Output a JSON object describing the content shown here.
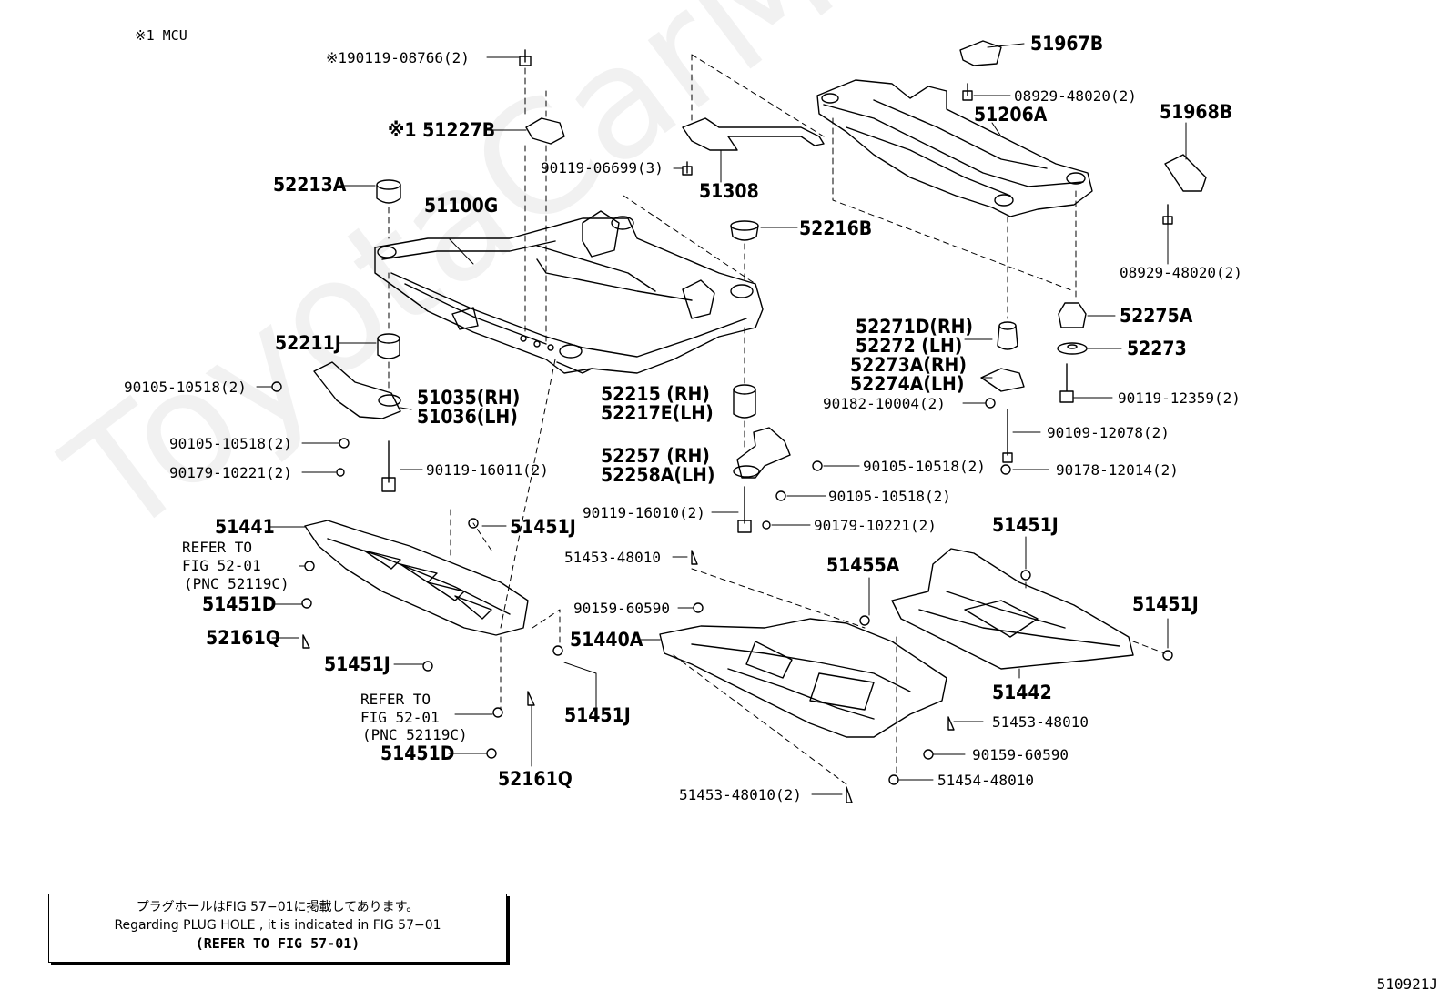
{
  "header": {
    "note": "※1  MCU"
  },
  "figure_id": "510921J",
  "watermark": "ToyotaCarMine.ru",
  "note_box": {
    "line1": "プラグホールはFIG 57−01に掲載してあります。",
    "line2": "Regarding  PLUG  HOLE , it is indicated in FIG  57−01",
    "line3": "(REFER TO FIG 57-01)"
  },
  "labels": {
    "l_90119_08766": "※190119-08766(2)",
    "l_51227B": "※1 51227B",
    "l_52213A": "52213A",
    "l_51100G": "51100G",
    "l_52211J": "52211J",
    "l_90105_10518_a": "90105-10518(2)",
    "l_51035": "51035(RH)",
    "l_51036": "51036(LH)",
    "l_90105_10518_b": "90105-10518(2)",
    "l_90179_10221_a": "90179-10221(2)",
    "l_90119_16011": "90119-16011(2)",
    "l_51441": "51441",
    "l_refer1_a": "REFER TO",
    "l_refer1_b": "FIG 52-01",
    "l_refer1_c": "(PNC 52119C)",
    "l_51451D_a": "51451D",
    "l_52161Q_a": "52161Q",
    "l_51451J_a": "51451J",
    "l_51451J_b": "51451J",
    "l_refer2_a": "REFER TO",
    "l_refer2_b": "FIG 52-01",
    "l_refer2_c": "(PNC 52119C)",
    "l_51451D_b": "51451D",
    "l_52161Q_b": "52161Q",
    "l_51451J_c": "51451J",
    "l_90119_06699": "90119-06699(3)",
    "l_51308": "51308",
    "l_52216B": "52216B",
    "l_52215": "52215 (RH)",
    "l_52217E": "52217E(LH)",
    "l_52257": "52257 (RH)",
    "l_52258A": "52258A(LH)",
    "l_90119_16010": "90119-16010(2)",
    "l_51453_48010_a": "51453-48010",
    "l_90159_60590_a": "90159-60590",
    "l_51440A": "51440A",
    "l_90105_10518_c": "90105-10518(2)",
    "l_90105_10518_d": "90105-10518(2)",
    "l_90179_10221_b": "90179-10221(2)",
    "l_51455A": "51455A",
    "l_51967B": "51967B",
    "l_08929_48020_a": "08929-48020(2)",
    "l_51206A": "51206A",
    "l_51968B": "51968B",
    "l_08929_48020_b": "08929-48020(2)",
    "l_52271D": "52271D(RH)",
    "l_52272": "52272 (LH)",
    "l_52273A": "52273A(RH)",
    "l_52274A": "52274A(LH)",
    "l_90182_10004": "90182-10004(2)",
    "l_52275A": "52275A",
    "l_52273": "52273",
    "l_90119_12359": "90119-12359(2)",
    "l_90109_12078": "90109-12078(2)",
    "l_90178_12014": "90178-12014(2)",
    "l_51451J_d": "51451J",
    "l_51451J_e": "51451J",
    "l_51442": "51442",
    "l_51453_48010_b": "51453-48010",
    "l_90159_60590_b": "90159-60590",
    "l_51454_48010": "51454-48010",
    "l_51453_48010_c": "51453-48010(2)"
  }
}
